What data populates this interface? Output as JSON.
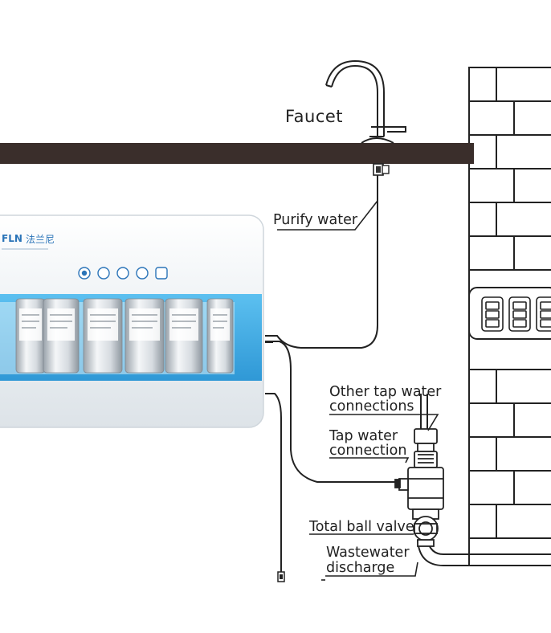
{
  "labels": {
    "faucet": "Faucet",
    "purify_water": "Purify water",
    "other_tap_line1": "Other tap water",
    "other_tap_line2": "connections",
    "tap_water_line1": "Tap water",
    "tap_water_line2": "connection",
    "total_ball_valve": "Total ball valve",
    "wastewater_line1": "Wastewater",
    "wastewater_line2": "discharge"
  },
  "purifier": {
    "brand_logo": "FLN",
    "brand_cn": "法兰尼",
    "filter_count": 6,
    "control_button_count": 5,
    "panel_color": "#e9eef3",
    "window_color": "#4fb2e6",
    "icon_color": "#2b74b8"
  },
  "colors": {
    "counter": "#3a2e2b",
    "pipe": "#222222",
    "wall_line": "#222222",
    "text": "#222222"
  },
  "socket": {
    "switch_count": 3
  }
}
